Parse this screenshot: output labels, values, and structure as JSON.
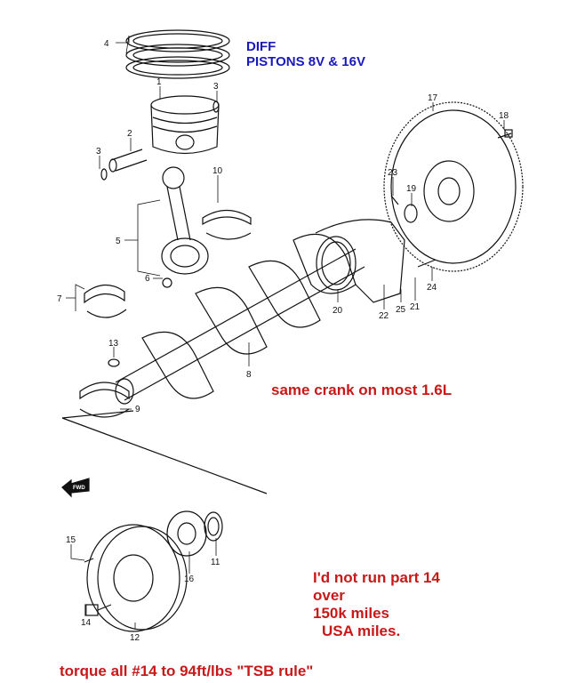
{
  "annotations": {
    "title_line1": "DIFF",
    "title_line2": "PISTONS 8V & 16V",
    "crank_note": "same crank on most 1.6L",
    "part14_line1": "I'd not run part 14",
    "part14_line2": "over",
    "part14_line3": "150k miles",
    "part14_line4": "USA miles.",
    "torque_note": "torque all #14 to 94ft/lbs \"TSB rule\""
  },
  "direction_badge": "FWD",
  "part_labels": [
    "4",
    "3",
    "1",
    "2",
    "3",
    "10",
    "5",
    "6",
    "7",
    "13",
    "8",
    "9",
    "17",
    "18",
    "23",
    "19",
    "20",
    "22",
    "25",
    "21",
    "24",
    "15",
    "14",
    "12",
    "16",
    "11"
  ],
  "colors": {
    "title": "#1a1ab8",
    "notes": "#c81818",
    "lines": "#111111"
  }
}
